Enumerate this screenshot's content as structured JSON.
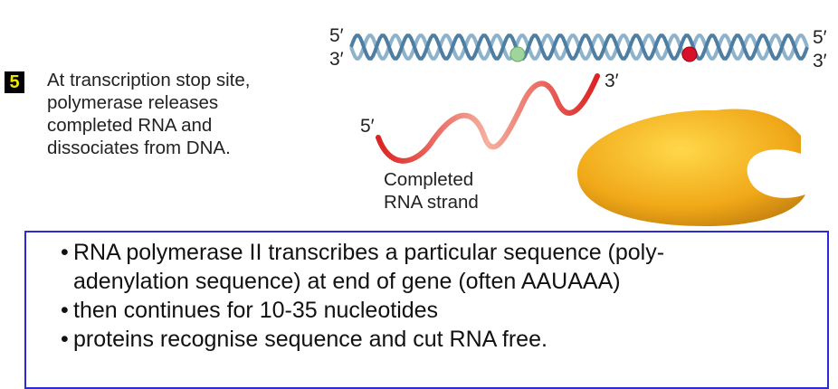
{
  "step": {
    "number": "5",
    "lines": [
      "At transcription stop site,",
      "polymerase releases",
      "completed RNA and",
      "dissociates from DNA."
    ]
  },
  "diagram": {
    "dna_left_top": "5′",
    "dna_left_bottom": "3′",
    "dna_right_top": "5′",
    "dna_right_bottom": "3′",
    "rna_3_end": "3′",
    "rna_5_end": "5′",
    "rna_caption": [
      "Completed",
      "RNA strand"
    ],
    "colors": {
      "dna": "#6a94b4",
      "rna": "#d83a3a",
      "polymerase": "#f0b020",
      "start_marker": "#9fd49a",
      "stop_marker": "#d8102a",
      "box_border": "#2b2bd6"
    }
  },
  "notes": [
    {
      "lines": [
        "RNA polymerase II transcribes a particular sequence (poly-",
        "adenylation sequence) at end of gene (often AAUAAA)"
      ]
    },
    {
      "lines": [
        "then continues for 10-35 nucleotides"
      ]
    },
    {
      "lines": [
        "proteins recognise sequence and cut RNA free."
      ]
    }
  ]
}
